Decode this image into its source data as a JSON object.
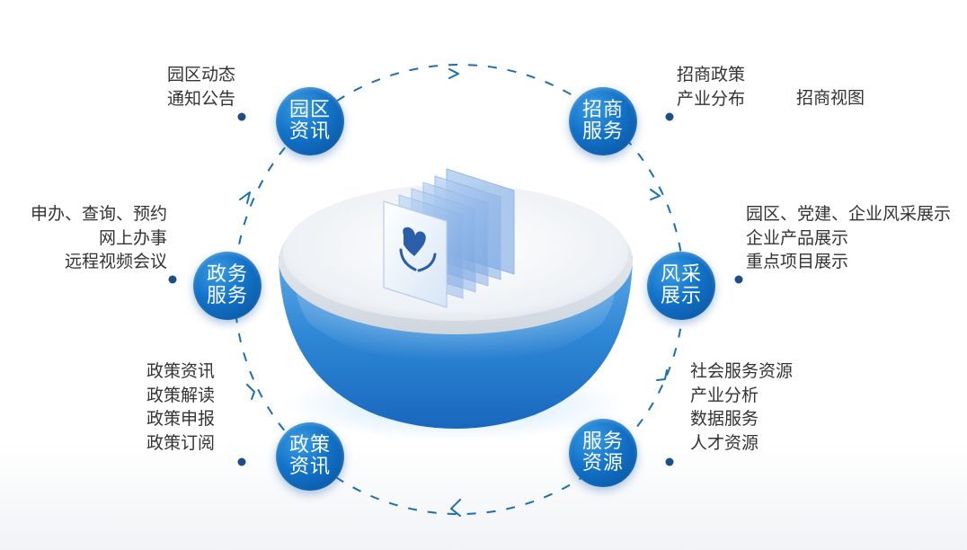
{
  "nodes": {
    "park_news": "园区资讯",
    "investment_service": "招商服务",
    "showcase": "风采展示",
    "gov_service": "政务服务",
    "resource_service": "服务资源",
    "policy_news": "政策资讯"
  },
  "labels": {
    "park_news": [
      "园区动态",
      "通知公告"
    ],
    "investment_service": [
      "招商政策",
      "产业分布"
    ],
    "investment_service_extra": "招商视图",
    "showcase": [
      "园区、党建、企业风采展示",
      "企业产品展示",
      "重点项目展示"
    ],
    "gov_service": [
      "申办、查询、预约",
      "网上办事",
      "远程视频会议"
    ],
    "policy_news": [
      "政策资讯",
      "政策解读",
      "政策申报",
      "政策订阅"
    ],
    "resource_service": [
      "社会服务资源",
      "产业分析",
      "数据服务",
      "人才资源"
    ]
  },
  "colors": {
    "node_blue": "#1272c8",
    "dash_blue": "#1a6fb3",
    "line_blue": "#2a7fc4",
    "dot_dark": "#1d4f86",
    "text": "#333333"
  },
  "icons": [
    "heart-hands-icon"
  ]
}
